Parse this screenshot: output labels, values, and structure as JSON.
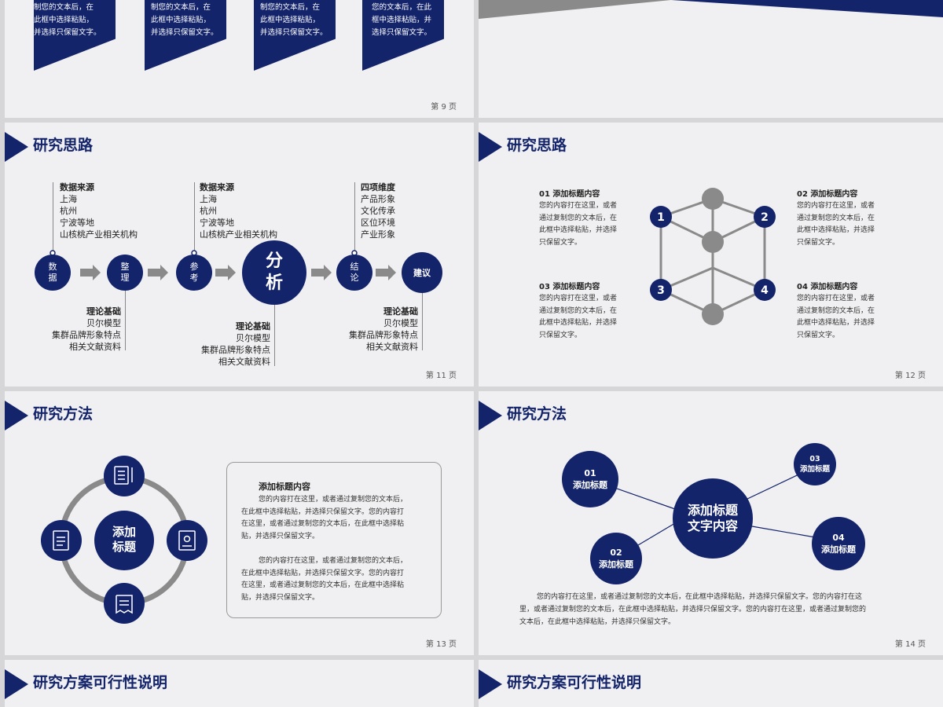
{
  "colors": {
    "navy": "#14246b",
    "gray": "#8a8a8a",
    "bg": "#f0f0f2"
  },
  "s9": {
    "page": "第 9  页",
    "cards": [
      {
        "l1": "制您的文本后，在",
        "l2": "此框中选择粘贴，",
        "l3": "并选择只保留文字。"
      },
      {
        "l1": "制您的文本后，在",
        "l2": "此框中选择粘贴，",
        "l3": "并选择只保留文字。"
      },
      {
        "l1": "制您的文本后，在",
        "l2": "此框中选择粘贴，",
        "l3": "并选择只保留文字。"
      },
      {
        "l1": "您的文本后，在此",
        "l2": "框中选择粘贴，并",
        "l3": "选择只保留文字。"
      }
    ]
  },
  "s11": {
    "title": "研究思路",
    "page": "第 11  页",
    "nodes": {
      "n1": "数\n据",
      "n2": "整\n理",
      "n3": "参\n考",
      "n4": "分\n析",
      "n5": "结\n论",
      "n6": "建议"
    },
    "top1": {
      "head": "数据来源",
      "lines": [
        "上海",
        "杭州",
        "宁波等地",
        "山核桃产业相关机构"
      ]
    },
    "top2": {
      "head": "数据来源",
      "lines": [
        "上海",
        "杭州",
        "宁波等地",
        "山核桃产业相关机构"
      ]
    },
    "top3": {
      "head": "四项维度",
      "lines": [
        "产品形象",
        "文化传承",
        "区位环境",
        "产业形象"
      ]
    },
    "bot1": {
      "head": "理论基础",
      "lines": [
        "贝尔模型",
        "集群品牌形象特点",
        "相关文献资料"
      ]
    },
    "bot2": {
      "head": "理论基础",
      "lines": [
        "贝尔模型",
        "集群品牌形象特点",
        "相关文献资料"
      ]
    },
    "bot3": {
      "head": "理论基础",
      "lines": [
        "贝尔模型",
        "集群品牌形象特点",
        "相关文献资料"
      ]
    }
  },
  "s12": {
    "title": "研究思路",
    "page": "第 12  页",
    "items": [
      {
        "head": "01 添加标题内容",
        "lines": [
          "您的内容打在这里，或者",
          "通过复制您的文本后，在",
          "此框中选择粘贴，并选择",
          "只保留文字。"
        ]
      },
      {
        "head": "02 添加标题内容",
        "lines": [
          "您的内容打在这里，或者",
          "通过复制您的文本后，在",
          "此框中选择粘贴，并选择",
          "只保留文字。"
        ]
      },
      {
        "head": "03 添加标题内容",
        "lines": [
          "您的内容打在这里，或者",
          "通过复制您的文本后，在",
          "此框中选择粘贴，并选择",
          "只保留文字。"
        ]
      },
      {
        "head": "04 添加标题内容",
        "lines": [
          "您的内容打在这里，或者",
          "通过复制您的文本后，在",
          "此框中选择粘贴，并选择",
          "只保留文字。"
        ]
      }
    ],
    "nums": [
      "1",
      "2",
      "3",
      "4"
    ]
  },
  "s13": {
    "title": "研究方法",
    "page": "第 13  页",
    "center": "添加\n标题",
    "box_head": "添加标题内容",
    "para1": [
      "您的内容打在这里，或者通过复制您的文本后，",
      "在此框中选择粘贴，并选择只保留文字。您的内容打",
      "在这里，或者通过复制您的文本后，在此框中选择粘",
      "贴，并选择只保留文字。"
    ],
    "para2": [
      "您的内容打在这里，或者通过复制您的文本后，",
      "在此框中选择粘贴，并选择只保留文字。您的内容打",
      "在这里，或者通过复制您的文本后，在此框中选择粘",
      "贴，并选择只保留文字。"
    ]
  },
  "s14": {
    "title": "研究方法",
    "page": "第 14  页",
    "center": "添加标题\n文字内容",
    "c1": "01\n添加标题",
    "c2": "02\n添加标题",
    "c3": "03\n添加标题",
    "c4": "04\n添加标题",
    "para": [
      "您的内容打在这里，或者通过复制您的文本后，在此框中选择粘贴，并选择只保留文字。您的内容打在这",
      "里，或者通过复制您的文本后，在此框中选择粘贴，并选择只保留文字。您的内容打在这里，或者通过复制您的",
      "文本后，在此框中选择粘贴，并选择只保留文字。"
    ]
  },
  "s15": {
    "title": "研究方案可行性说明"
  },
  "s16": {
    "title": "研究方案可行性说明"
  }
}
